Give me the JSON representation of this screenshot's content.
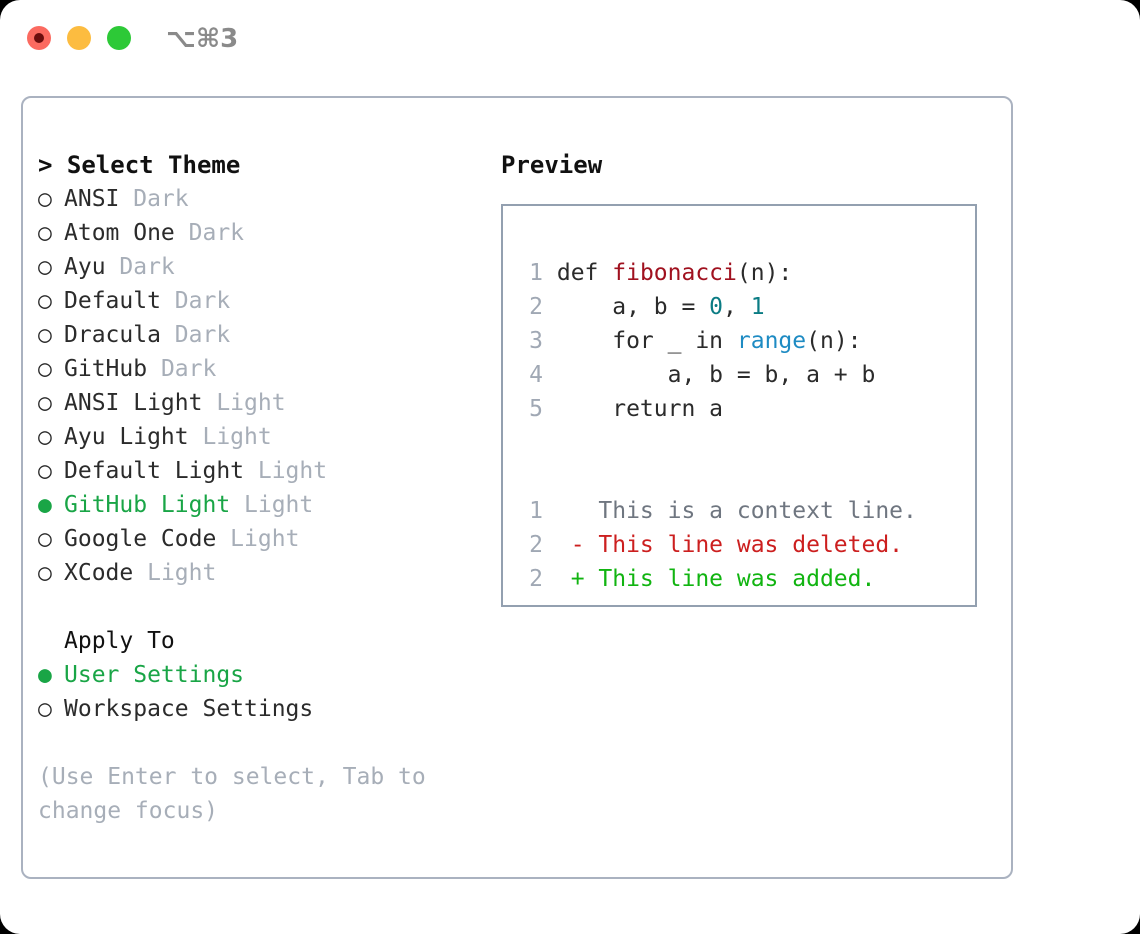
{
  "window": {
    "shortcut_label": "⌥⌘3",
    "traffic_lights": [
      "close-red",
      "minimize-amber",
      "zoom-green"
    ]
  },
  "theme_picker": {
    "header_prefix": "> ",
    "header": "Select Theme",
    "bullet_unselected": "○ ",
    "bullet_selected": "● ",
    "items": [
      {
        "name": "ANSI",
        "category": "Dark",
        "selected": false
      },
      {
        "name": "Atom One",
        "category": "Dark",
        "selected": false
      },
      {
        "name": "Ayu",
        "category": "Dark",
        "selected": false
      },
      {
        "name": "Default",
        "category": "Dark",
        "selected": false
      },
      {
        "name": "Dracula",
        "category": "Dark",
        "selected": false
      },
      {
        "name": "GitHub",
        "category": "Dark",
        "selected": false
      },
      {
        "name": "ANSI Light",
        "category": "Light",
        "selected": false
      },
      {
        "name": "Ayu Light",
        "category": "Light",
        "selected": false
      },
      {
        "name": "Default Light",
        "category": "Light",
        "selected": false
      },
      {
        "name": "GitHub Light",
        "category": "Light",
        "selected": true
      },
      {
        "name": "Google Code",
        "category": "Light",
        "selected": false
      },
      {
        "name": "XCode",
        "category": "Light",
        "selected": false
      }
    ]
  },
  "apply_to": {
    "label": "Apply To",
    "options": [
      {
        "name": "User Settings",
        "selected": true
      },
      {
        "name": "Workspace Settings",
        "selected": false
      }
    ]
  },
  "hint": {
    "text": "(Use Enter to select, Tab to change focus)"
  },
  "preview": {
    "header": "Preview",
    "code_lines": [
      {
        "num": "1",
        "tokens": [
          {
            "t": " def ",
            "k": "plain"
          },
          {
            "t": "fibonacci",
            "k": "fn"
          },
          {
            "t": "(n):",
            "k": "plain"
          }
        ]
      },
      {
        "num": "2",
        "tokens": [
          {
            "t": "     a, b = ",
            "k": "plain"
          },
          {
            "t": "0",
            "k": "num"
          },
          {
            "t": ", ",
            "k": "plain"
          },
          {
            "t": "1",
            "k": "num"
          }
        ]
      },
      {
        "num": "3",
        "tokens": [
          {
            "t": "     for _ in ",
            "k": "plain"
          },
          {
            "t": "range",
            "k": "call"
          },
          {
            "t": "(n):",
            "k": "plain"
          }
        ]
      },
      {
        "num": "4",
        "tokens": [
          {
            "t": "         a, b = b, a + b",
            "k": "plain"
          }
        ]
      },
      {
        "num": "5",
        "tokens": [
          {
            "t": "     return a",
            "k": "plain"
          }
        ]
      }
    ],
    "diff_lines": [
      {
        "num": "1",
        "marker": "  ",
        "text": "This is a context line.",
        "kind": "context"
      },
      {
        "num": "2",
        "marker": "- ",
        "text": "This line was deleted.",
        "kind": "deleted"
      },
      {
        "num": "2",
        "marker": "+ ",
        "text": "This line was added.",
        "kind": "added"
      }
    ]
  },
  "colors": {
    "accent_green": "#19a546",
    "muted_gray": "#a7aeb8",
    "border": "#aab2c0",
    "preview_border": "#93a0b0",
    "syntax_function": "#a0111f",
    "syntax_number": "#0b7c84",
    "syntax_call": "#1e8bc3",
    "diff_deleted": "#cc1f1f",
    "diff_added": "#11b411",
    "diff_context": "#6f7680"
  }
}
